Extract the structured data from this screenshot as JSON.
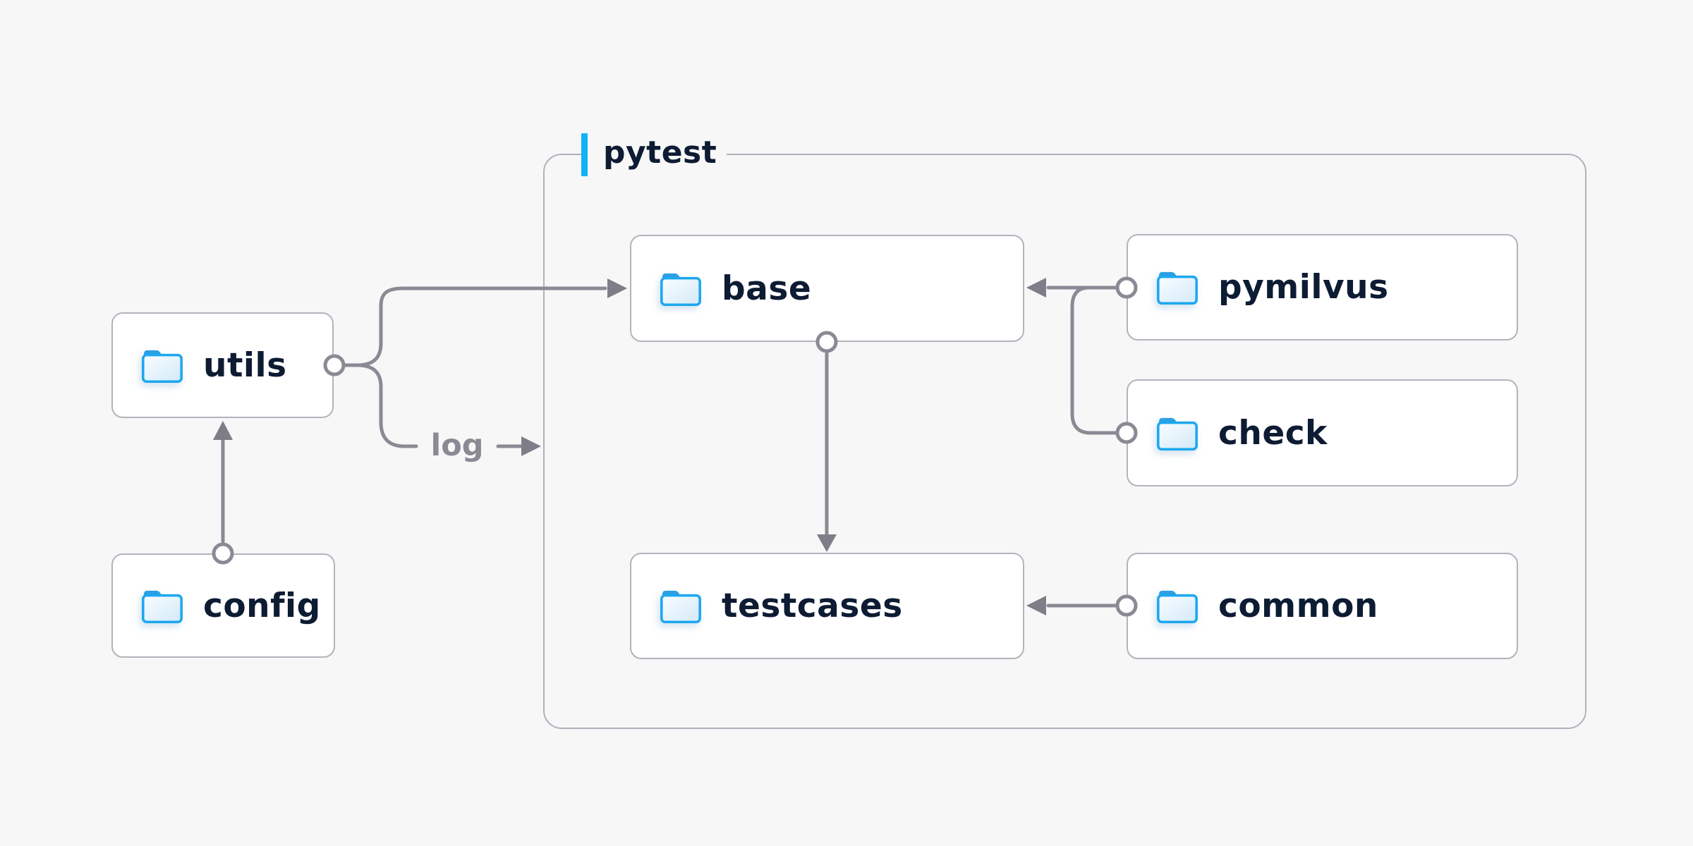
{
  "diagram": {
    "group": {
      "label": "pytest"
    },
    "nodes": {
      "utils": {
        "label": "utils",
        "icon": "folder-icon"
      },
      "config": {
        "label": "config",
        "icon": "folder-icon"
      },
      "base": {
        "label": "base",
        "icon": "folder-icon"
      },
      "pymilvus": {
        "label": "pymilvus",
        "icon": "folder-icon"
      },
      "check": {
        "label": "check",
        "icon": "folder-icon"
      },
      "testcases": {
        "label": "testcases",
        "icon": "folder-icon"
      },
      "common": {
        "label": "common",
        "icon": "folder-icon"
      }
    },
    "edges": [
      {
        "from": "config",
        "to": "utils",
        "label": ""
      },
      {
        "from": "utils",
        "to": "base",
        "label": ""
      },
      {
        "from": "utils",
        "to": "pytest-group",
        "label": "log"
      },
      {
        "from": "pymilvus",
        "to": "base",
        "label": ""
      },
      {
        "from": "check",
        "to": "base",
        "label": ""
      },
      {
        "from": "base",
        "to": "testcases",
        "label": ""
      },
      {
        "from": "common",
        "to": "testcases",
        "label": ""
      }
    ],
    "colors": {
      "background": "#f7f7f8",
      "node_fill": "#ffffff",
      "node_border": "#b3b3bd",
      "group_border": "#b1b1bc",
      "wire": "#8a8a95",
      "text": "#0d1b33",
      "edge_label_gray": "#8a8a95",
      "accent_blue": "#12b2f6",
      "folder_blue": "#1ca7ef"
    }
  }
}
